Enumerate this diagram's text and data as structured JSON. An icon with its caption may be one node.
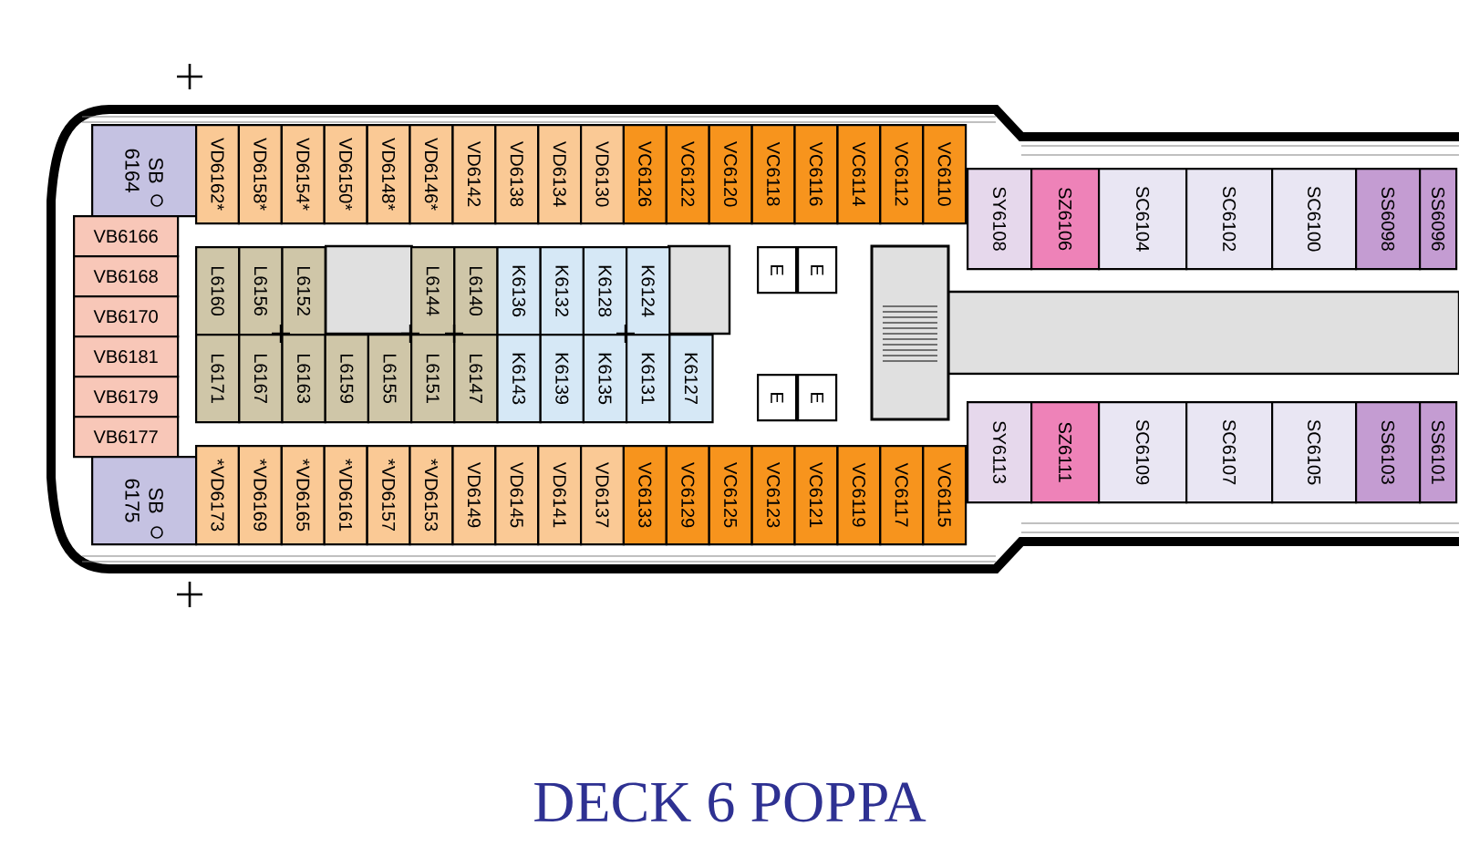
{
  "diagram": {
    "title": "DECK 6 POPPA",
    "nodes": [
      {
        "text": [
          "SB 6164"
        ]
      },
      {
        "text": [
          "VB6166"
        ]
      },
      {
        "text": [
          "VB6168"
        ]
      },
      {
        "text": [
          "VB6170"
        ]
      },
      {
        "text": [
          "VB6181"
        ]
      },
      {
        "text": [
          "VB6179"
        ]
      },
      {
        "text": [
          "VB6177"
        ]
      },
      {
        "text": [
          "SB 6175"
        ]
      },
      {
        "text": [
          "VD6162*"
        ]
      },
      {
        "text": [
          "VD6158*"
        ]
      },
      {
        "text": [
          "VD6154*"
        ]
      },
      {
        "text": [
          "VD6150*"
        ]
      },
      {
        "text": [
          "VD6148*"
        ]
      },
      {
        "text": [
          "VD6146*"
        ]
      },
      {
        "text": [
          "VD6142"
        ]
      },
      {
        "text": [
          "VD6138"
        ]
      },
      {
        "text": [
          "VD6134"
        ]
      },
      {
        "text": [
          "VD6130"
        ]
      },
      {
        "text": [
          "VC6126"
        ]
      },
      {
        "text": [
          "VC6122"
        ]
      },
      {
        "text": [
          "VC6120"
        ]
      },
      {
        "text": [
          "VC6118"
        ]
      },
      {
        "text": [
          "VC6116"
        ]
      },
      {
        "text": [
          "VC6114"
        ]
      },
      {
        "text": [
          "VC6112"
        ]
      },
      {
        "text": [
          "VC6110"
        ]
      },
      {
        "text": [
          "L6160"
        ]
      },
      {
        "text": [
          "L6156"
        ]
      },
      {
        "text": [
          "L6152"
        ]
      },
      {
        "text": [
          "L6144"
        ]
      },
      {
        "text": [
          "L6140"
        ]
      },
      {
        "text": [
          "K6136"
        ]
      },
      {
        "text": [
          "K6132"
        ]
      },
      {
        "text": [
          "K6128"
        ]
      },
      {
        "text": [
          "K6124"
        ]
      },
      {
        "text": [
          "L6171"
        ]
      },
      {
        "text": [
          "L6167"
        ]
      },
      {
        "text": [
          "L6163"
        ]
      },
      {
        "text": [
          "L6159"
        ]
      },
      {
        "text": [
          "L6155"
        ]
      },
      {
        "text": [
          "L6151"
        ]
      },
      {
        "text": [
          "L6147"
        ]
      },
      {
        "text": [
          "K6143"
        ]
      },
      {
        "text": [
          "K6139"
        ]
      },
      {
        "text": [
          "K6135"
        ]
      },
      {
        "text": [
          "K6131"
        ]
      },
      {
        "text": [
          "K6127"
        ]
      },
      {
        "text": [
          "*VD6173"
        ]
      },
      {
        "text": [
          "*VD6169"
        ]
      },
      {
        "text": [
          "*VD6165"
        ]
      },
      {
        "text": [
          "*VD6161"
        ]
      },
      {
        "text": [
          "*VD6157"
        ]
      },
      {
        "text": [
          "*VD6153"
        ]
      },
      {
        "text": [
          "VD6149"
        ]
      },
      {
        "text": [
          "VD6145"
        ]
      },
      {
        "text": [
          "VD6141"
        ]
      },
      {
        "text": [
          "VD6137"
        ]
      },
      {
        "text": [
          "VC6133"
        ]
      },
      {
        "text": [
          "VC6129"
        ]
      },
      {
        "text": [
          "VC6125"
        ]
      },
      {
        "text": [
          "VC6123"
        ]
      },
      {
        "text": [
          "VC6121"
        ]
      },
      {
        "text": [
          "VC6119"
        ]
      },
      {
        "text": [
          "VC6117"
        ]
      },
      {
        "text": [
          "VC6115"
        ]
      },
      {
        "text": [
          "E"
        ]
      },
      {
        "text": [
          "E"
        ]
      },
      {
        "text": [
          "E"
        ]
      },
      {
        "text": [
          "E"
        ]
      },
      {
        "text": [
          "SY6108"
        ]
      },
      {
        "text": [
          "SZ6106"
        ]
      },
      {
        "text": [
          "SC6104"
        ]
      },
      {
        "text": [
          "SC6102"
        ]
      },
      {
        "text": [
          "SC6100"
        ]
      },
      {
        "text": [
          "SS6098"
        ]
      },
      {
        "text": [
          "SS6096"
        ]
      },
      {
        "text": [
          "SY6113"
        ]
      },
      {
        "text": [
          "SZ6111"
        ]
      },
      {
        "text": [
          "SC6109"
        ]
      },
      {
        "text": [
          "SC6107"
        ]
      },
      {
        "text": [
          "SC6105"
        ]
      },
      {
        "text": [
          "SS6103"
        ]
      },
      {
        "text": [
          "SS6101"
        ]
      }
    ]
  }
}
